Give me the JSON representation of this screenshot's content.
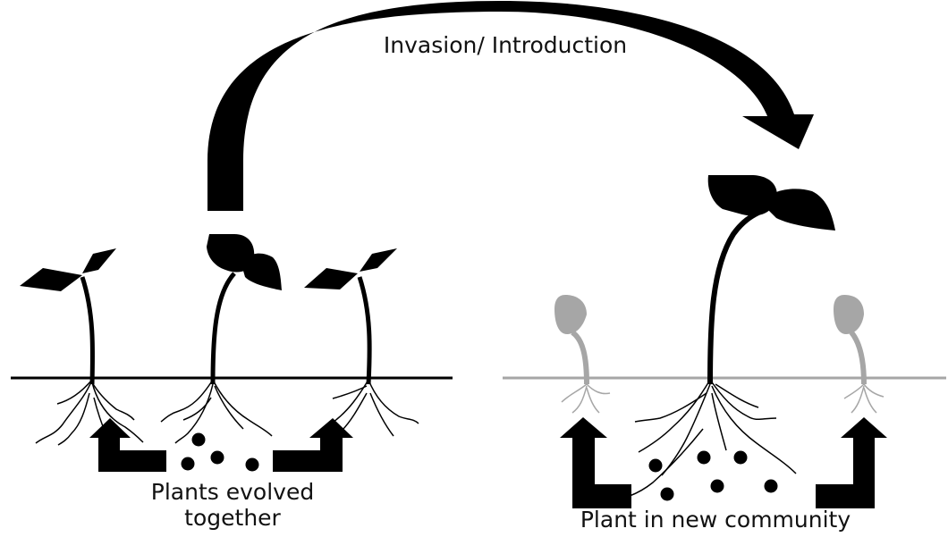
{
  "labels": {
    "invasion": "Invasion/ Introduction",
    "left_line1": "Plants evolved",
    "left_line2": "together",
    "right": "Plant in new community"
  },
  "colors": {
    "ink": "#000000",
    "grey_plant": "#a6a6a6",
    "right_ground": "#a6a6a6"
  }
}
